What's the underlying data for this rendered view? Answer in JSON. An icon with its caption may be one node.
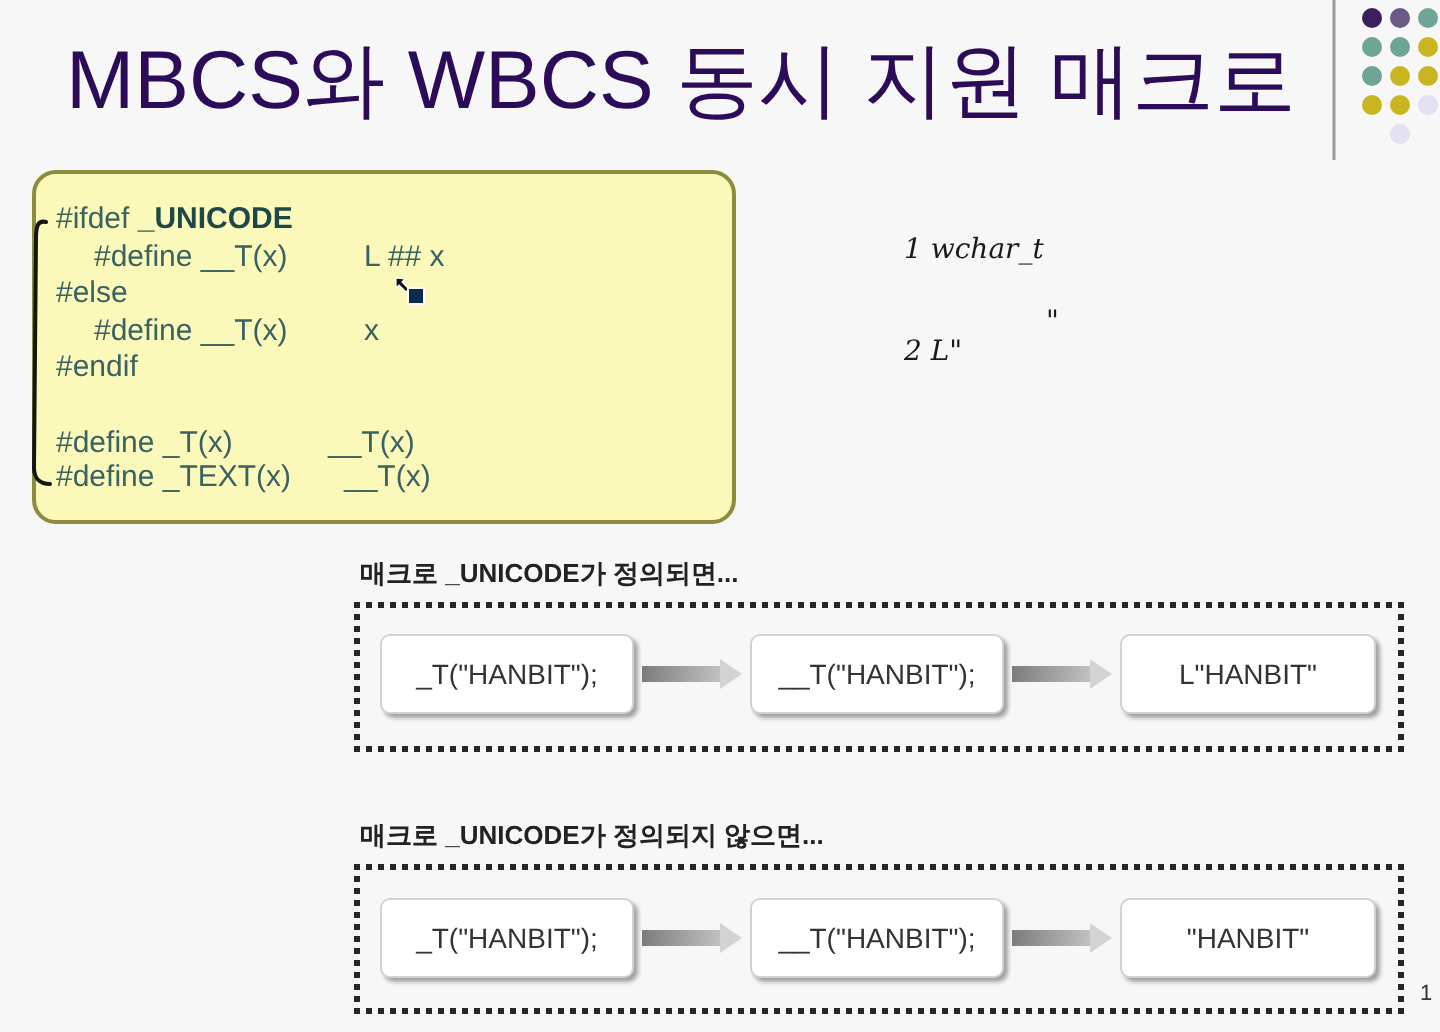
{
  "diagram": {
    "title": "MBCS와 WBCS 동시 지원 매크로",
    "nodes": [
      {
        "text": [
          "#ifdef **_UNICODE**",
          "#define __T(x)",
          "L ## x",
          "#else",
          "#define __T(x)",
          "x",
          "#endif",
          "#define _T(x)",
          "__T(x)",
          "#define _TEXT(x)",
          "__T(x)"
        ]
      },
      {
        "text": [
          "매크로 _UNICODE가 정의되면..."
        ]
      },
      {
        "text": [
          "_T(\"HANBIT\");"
        ],
        "in": 1
      },
      {
        "text": [
          "__T(\"HANBIT\");"
        ],
        "in": 1
      },
      {
        "text": [
          "L\"HANBIT\""
        ],
        "in": 1
      },
      {
        "text": [
          "매크로 _UNICODE가 정의되지 않으면..."
        ]
      },
      {
        "text": [
          "_T(\"HANBIT\");"
        ],
        "in": 5
      },
      {
        "text": [
          "__T(\"HANBIT\");"
        ],
        "in": 5
      },
      {
        "text": [
          "\"HANBIT\""
        ],
        "in": 5
      }
    ],
    "edges": [
      {
        "from": 2,
        "to": 3,
        "arrow": "to",
        "style": "thick"
      },
      {
        "from": 3,
        "to": 4,
        "arrow": "to",
        "style": "thick"
      },
      {
        "from": 6,
        "to": 7,
        "arrow": "to",
        "style": "thick"
      },
      {
        "from": 7,
        "to": 8,
        "arrow": "to",
        "style": "thick"
      }
    ],
    "labels": [
      "1 wchar_t",
      "2 L\"",
      "\"",
      "1"
    ]
  }
}
